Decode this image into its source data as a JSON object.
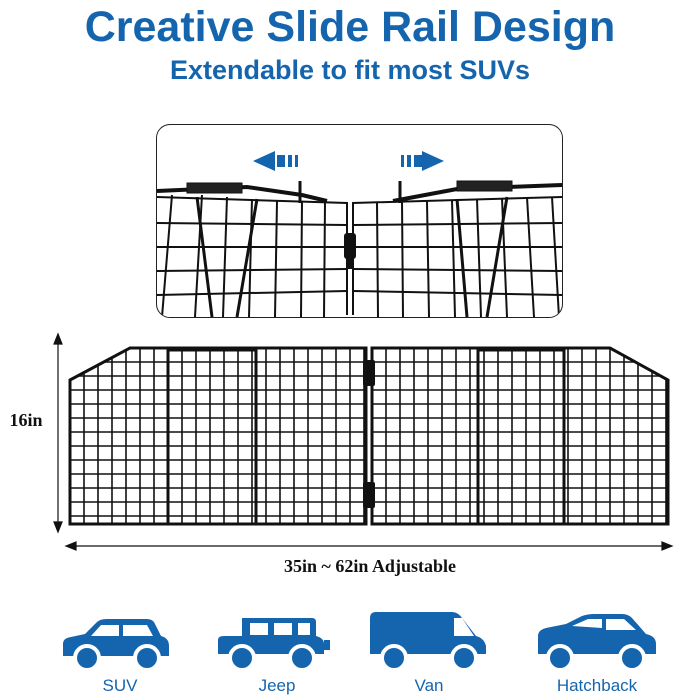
{
  "header": {
    "title": "Creative Slide Rail Design",
    "subtitle": "Extendable to fit most SUVs"
  },
  "dimensions": {
    "height_label": "16in",
    "width_label": "35in ~ 62in Adjustable"
  },
  "vehicles": [
    {
      "label": "SUV",
      "icon": "suv-icon"
    },
    {
      "label": "Jeep",
      "icon": "jeep-icon"
    },
    {
      "label": "Van",
      "icon": "van-icon"
    },
    {
      "label": "Hatchback",
      "icon": "hatchback-icon"
    }
  ],
  "colors": {
    "brand_blue": "#1565ae",
    "gate_black": "#111111"
  }
}
